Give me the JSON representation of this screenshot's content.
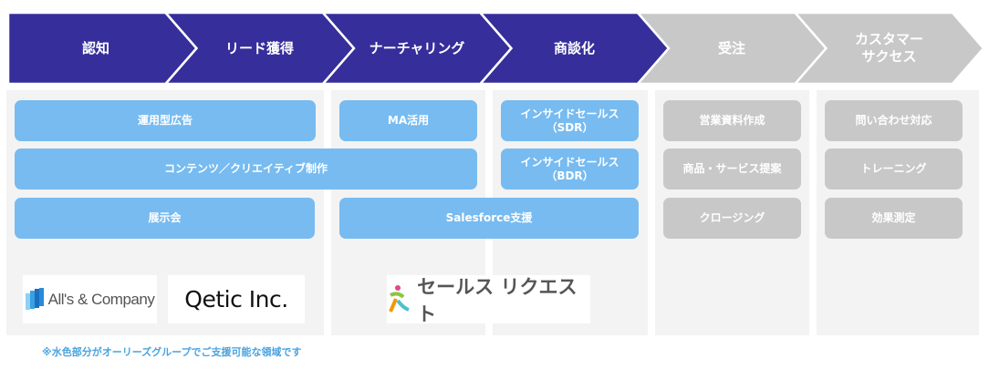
{
  "stages": [
    {
      "label": "認知",
      "active": true
    },
    {
      "label": "リード獲得",
      "active": true
    },
    {
      "label": "ナーチャリング",
      "active": true
    },
    {
      "label": "商談化",
      "active": true
    },
    {
      "label": "受注",
      "active": false
    },
    {
      "label": "カスタマー\nサクセス",
      "active": false
    }
  ],
  "tasks": {
    "ads": "運用型広告",
    "content": "コンテンツ／クリエイティブ制作",
    "expo": "展示会",
    "ma": "MA活用",
    "salesforce": "Salesforce支援",
    "sdr": "インサイドセールス\n（SDR）",
    "bdr": "インサイドセールス\n（BDR）",
    "materials": "営業資料作成",
    "proposal": "商品・サービス提案",
    "closing": "クロージング",
    "inquiry": "問い合わせ対応",
    "training": "トレーニング",
    "measure": "効果測定"
  },
  "logos": {
    "alls": "All's & Company",
    "qetic": "Qetic Inc.",
    "salesrequest": "セールス リクエスト"
  },
  "footnote": "※水色部分がオーリーズグループでご支援可能な領域です",
  "colors": {
    "active": "#362e9a",
    "inactive": "#c8c8c8",
    "supported": "#77bbf0",
    "unsupported": "#c8c8c8",
    "panel": "#f3f3f3"
  }
}
